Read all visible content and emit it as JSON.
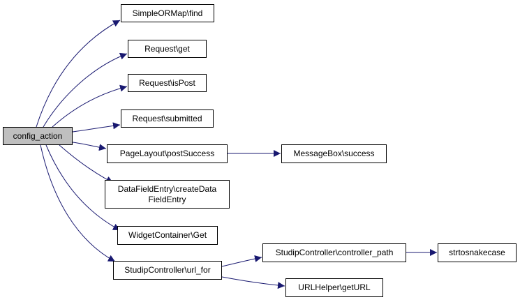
{
  "diagram": {
    "edge_color": "#191970",
    "root_fill": "#bfbfbf",
    "nodes": {
      "config_action": "config_action",
      "find": "SimpleORMap\\find",
      "get": "Request\\get",
      "isPost": "Request\\isPost",
      "submitted": "Request\\submitted",
      "postSuccess": "PageLayout\\postSuccess",
      "success": "MessageBox\\success",
      "createData_line1": "DataFieldEntry\\createData",
      "createData_line2": "FieldEntry",
      "widgetGet": "WidgetContainer\\Get",
      "urlFor": "StudipController\\url_for",
      "controllerPath": "StudipController\\controller_path",
      "strtosnakecase": "strtosnakecase",
      "getURL": "URLHelper\\getURL"
    },
    "edges": [
      [
        "config_action",
        "find"
      ],
      [
        "config_action",
        "get"
      ],
      [
        "config_action",
        "isPost"
      ],
      [
        "config_action",
        "submitted"
      ],
      [
        "config_action",
        "postSuccess"
      ],
      [
        "config_action",
        "createData"
      ],
      [
        "config_action",
        "widgetGet"
      ],
      [
        "config_action",
        "urlFor"
      ],
      [
        "postSuccess",
        "success"
      ],
      [
        "urlFor",
        "controllerPath"
      ],
      [
        "urlFor",
        "getURL"
      ],
      [
        "controllerPath",
        "strtosnakecase"
      ]
    ]
  }
}
